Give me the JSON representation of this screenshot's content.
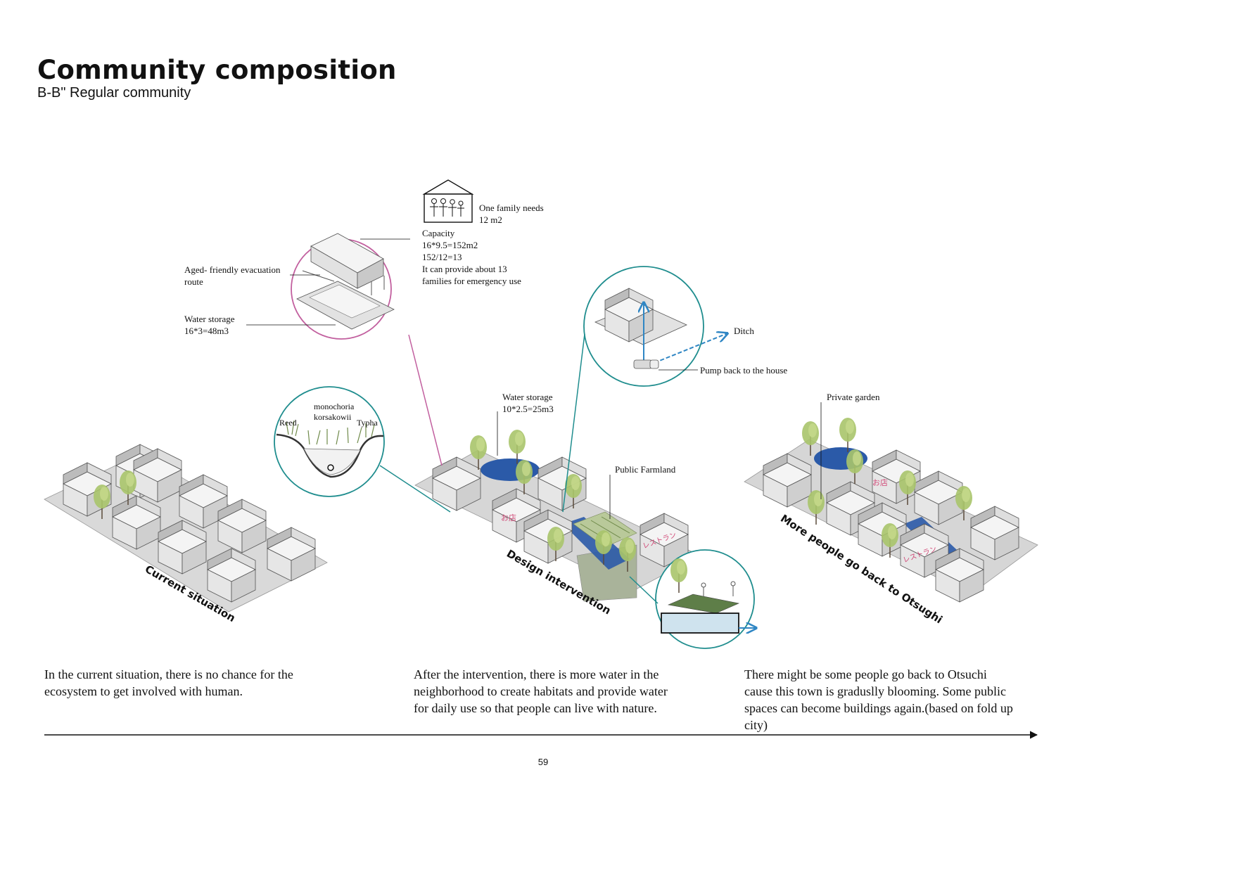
{
  "header": {
    "title": "Community composition",
    "subtitle": "B-B\" Regular community"
  },
  "callouts": {
    "family_needs": [
      "One family needs",
      "12 m2"
    ],
    "capacity": [
      "Capacity",
      "16*9.5=152m2",
      "152/12=13",
      "It can provide about 13",
      "families for emergency use"
    ],
    "evacuation": [
      "Aged- friendly evacuation",
      "route"
    ],
    "water_storage_a": [
      "Water storage",
      "16*3=48m3"
    ],
    "ditch": "Ditch",
    "pump": "Pump back to the house",
    "water_storage_b": [
      "Water storage",
      "10*2.5=25m3"
    ],
    "public_farmland": "Public Farmland",
    "private_garden": "Private garden",
    "plants": {
      "monochoria": [
        "monochoria",
        "korsakowii"
      ],
      "reed": "Reed",
      "typha": "Typha"
    },
    "shop_signs": [
      "お店",
      "レストラン"
    ]
  },
  "stages": {
    "current": "Current situation",
    "design": "Design intervention",
    "future": "More people go back to Otsughi"
  },
  "descriptions": {
    "current": [
      "In the current situation, there is no chance for the",
      "ecosystem to get involved with human."
    ],
    "design": [
      "After the intervention, there is more water in the",
      "neighborhood to create habitats and provide water",
      "for daily use so that people can live with nature."
    ],
    "future": [
      "There might be some people go back to Otsuchi",
      "cause this town is graduslly blooming. Some public",
      "spaces can become buildings again.(based on fold up",
      "city)"
    ]
  },
  "page_number": "59",
  "colors": {
    "magenta_callout": "#c2609f",
    "teal_callout": "#1f8d8e",
    "water_blue": "#2b5aa8",
    "arrow_blue": "#2f86c4",
    "tree_green": "#a9c46a",
    "ground_grey": "#d6d6d6"
  },
  "icons": [
    "house-with-family-icon",
    "arrow-icon"
  ]
}
